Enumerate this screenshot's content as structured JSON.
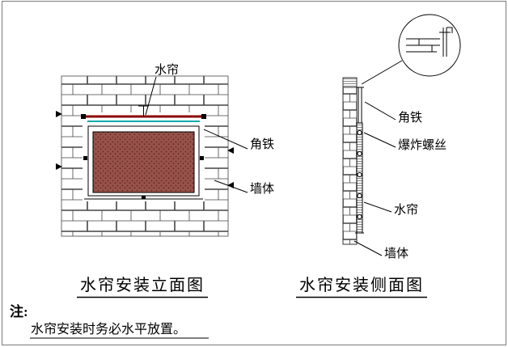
{
  "colors": {
    "curtain_fill": "#96524a",
    "curtain_speckle": "#5a231e",
    "frame_red": "#8b0000",
    "frame_cyan": "#00aaaa",
    "line": "#000000",
    "brick_line": "#444444",
    "border": "#7a7a7a"
  },
  "elevation_view": {
    "title": "水帘安装立面图",
    "label_curtain": "水帘",
    "label_angle_iron": "角铁",
    "label_wall": "墙体"
  },
  "side_view": {
    "title": "水帘安装侧面图",
    "label_angle_iron": "角铁",
    "label_expansion_bolt": "爆炸螺丝",
    "label_curtain": "水帘",
    "label_wall": "墙体"
  },
  "note": {
    "label": "注:",
    "text": "水帘安装时务必水平放置。"
  }
}
